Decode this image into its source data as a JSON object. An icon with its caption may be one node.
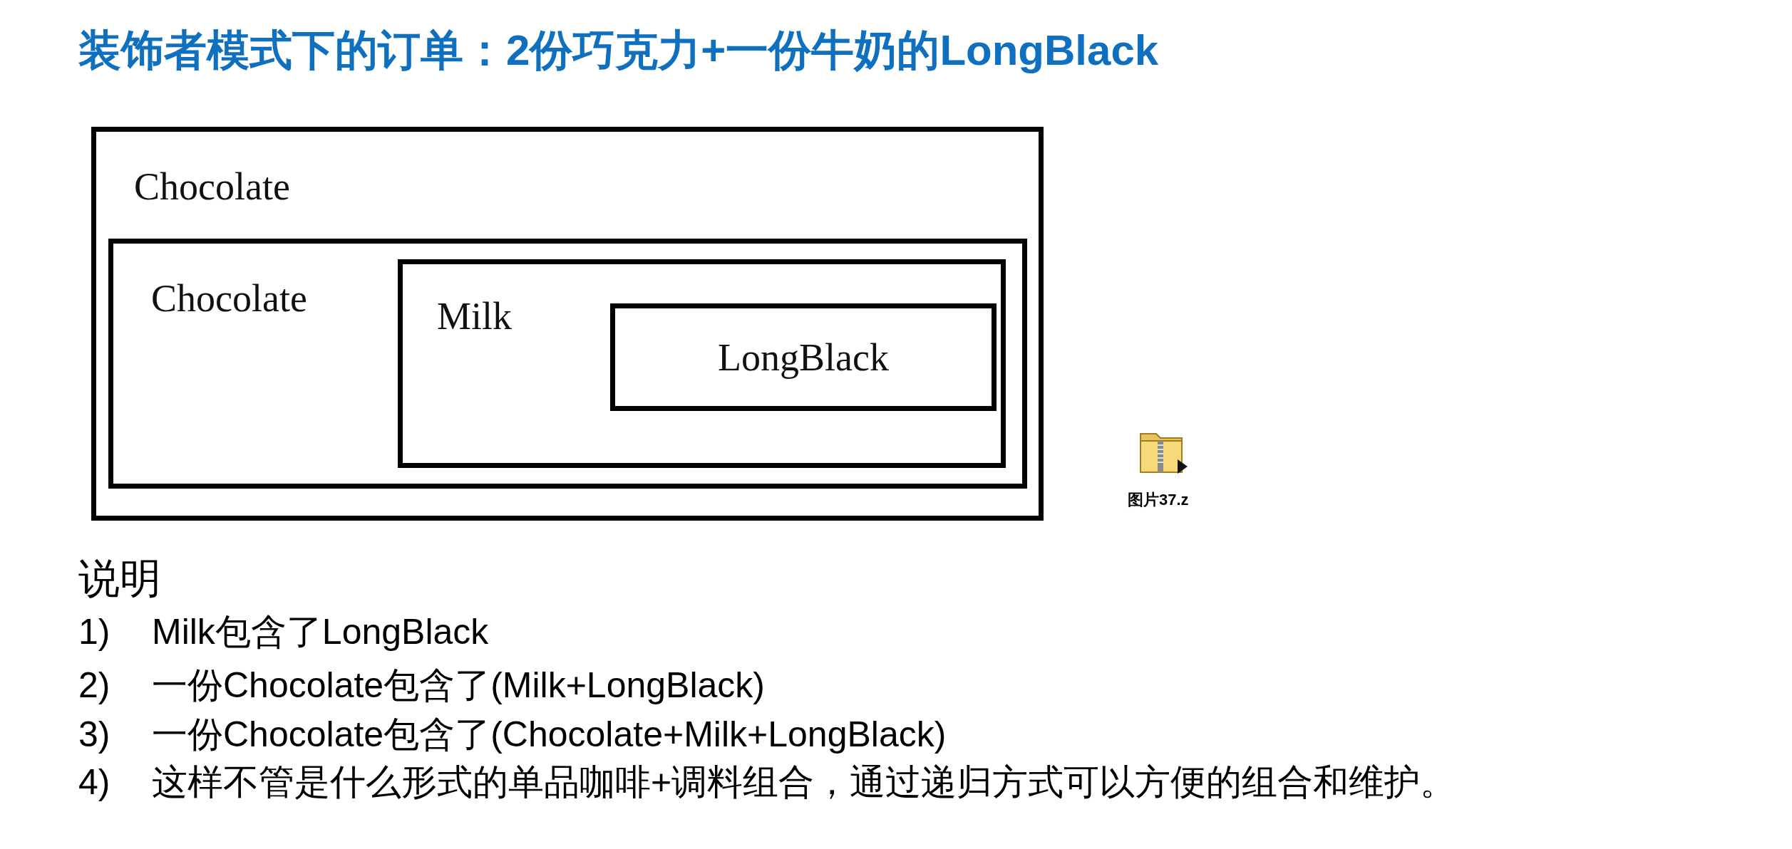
{
  "diagram": {
    "title": "装饰者模式下的订单：2份巧克力+一份牛奶的LongBlack",
    "nodes": [
      {
        "text": [
          "Chocolate"
        ]
      },
      {
        "text": [
          "Chocolate"
        ],
        "in": 0
      },
      {
        "text": [
          "Milk"
        ],
        "in": 1
      },
      {
        "text": [
          "LongBlack"
        ],
        "in": 2
      }
    ],
    "labels": [
      "图片37.z",
      "说明",
      "1)",
      "Milk包含了LongBlack",
      "2)",
      "一份Chocolate包含了(Milk+LongBlack)",
      "3)",
      "一份Chocolate包含了(Chocolate+Milk+LongBlack)",
      "4)",
      "这样不管是什么形式的单品咖啡+调料组合，通过递归方式可以方便的组合和维护。"
    ]
  }
}
